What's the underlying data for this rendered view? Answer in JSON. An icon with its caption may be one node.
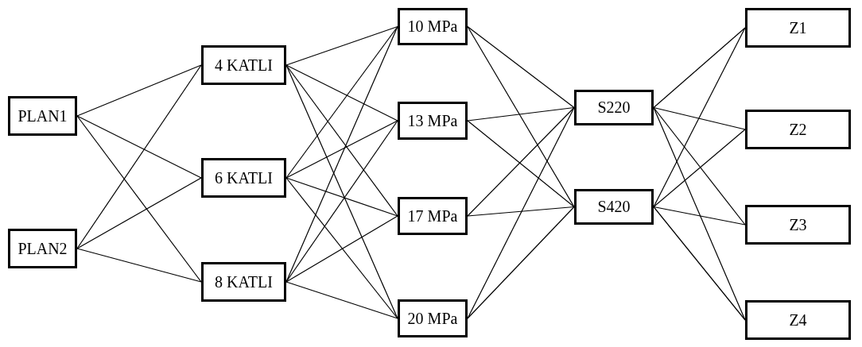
{
  "diagram": {
    "nodes": [
      {
        "text": [
          "PLAN1"
        ]
      },
      {
        "text": [
          "PLAN2"
        ]
      },
      {
        "text": [
          "4 KATLI"
        ]
      },
      {
        "text": [
          "6 KATLI"
        ]
      },
      {
        "text": [
          "8 KATLI"
        ]
      },
      {
        "text": [
          "10 MPa"
        ]
      },
      {
        "text": [
          "13 MPa"
        ]
      },
      {
        "text": [
          "17 MPa"
        ]
      },
      {
        "text": [
          "20 MPa"
        ]
      },
      {
        "text": [
          "S220"
        ]
      },
      {
        "text": [
          "S420"
        ]
      },
      {
        "text": [
          "Z1"
        ]
      },
      {
        "text": [
          "Z2"
        ]
      },
      {
        "text": [
          "Z3"
        ]
      },
      {
        "text": [
          "Z4"
        ]
      }
    ],
    "edges": [
      {
        "from": 0,
        "to": 2,
        "arrow": "none"
      },
      {
        "from": 0,
        "to": 3,
        "arrow": "none"
      },
      {
        "from": 0,
        "to": 4,
        "arrow": "none"
      },
      {
        "from": 1,
        "to": 2,
        "arrow": "none"
      },
      {
        "from": 1,
        "to": 3,
        "arrow": "none"
      },
      {
        "from": 1,
        "to": 4,
        "arrow": "none"
      },
      {
        "from": 2,
        "to": 5,
        "arrow": "none"
      },
      {
        "from": 2,
        "to": 6,
        "arrow": "none"
      },
      {
        "from": 2,
        "to": 7,
        "arrow": "none"
      },
      {
        "from": 2,
        "to": 8,
        "arrow": "none"
      },
      {
        "from": 3,
        "to": 5,
        "arrow": "none"
      },
      {
        "from": 3,
        "to": 6,
        "arrow": "none"
      },
      {
        "from": 3,
        "to": 7,
        "arrow": "none"
      },
      {
        "from": 3,
        "to": 8,
        "arrow": "none"
      },
      {
        "from": 4,
        "to": 5,
        "arrow": "none"
      },
      {
        "from": 4,
        "to": 6,
        "arrow": "none"
      },
      {
        "from": 4,
        "to": 7,
        "arrow": "none"
      },
      {
        "from": 4,
        "to": 8,
        "arrow": "none"
      },
      {
        "from": 5,
        "to": 9,
        "arrow": "none"
      },
      {
        "from": 5,
        "to": 10,
        "arrow": "none"
      },
      {
        "from": 6,
        "to": 9,
        "arrow": "none"
      },
      {
        "from": 6,
        "to": 10,
        "arrow": "none"
      },
      {
        "from": 7,
        "to": 9,
        "arrow": "none"
      },
      {
        "from": 7,
        "to": 10,
        "arrow": "none"
      },
      {
        "from": 8,
        "to": 9,
        "arrow": "none"
      },
      {
        "from": 8,
        "to": 10,
        "arrow": "none"
      },
      {
        "from": 9,
        "to": 11,
        "arrow": "none"
      },
      {
        "from": 9,
        "to": 12,
        "arrow": "none"
      },
      {
        "from": 9,
        "to": 13,
        "arrow": "none"
      },
      {
        "from": 9,
        "to": 14,
        "arrow": "none"
      },
      {
        "from": 10,
        "to": 11,
        "arrow": "none"
      },
      {
        "from": 10,
        "to": 12,
        "arrow": "none"
      },
      {
        "from": 10,
        "to": 13,
        "arrow": "none"
      },
      {
        "from": 10,
        "to": 14,
        "arrow": "none"
      }
    ]
  }
}
